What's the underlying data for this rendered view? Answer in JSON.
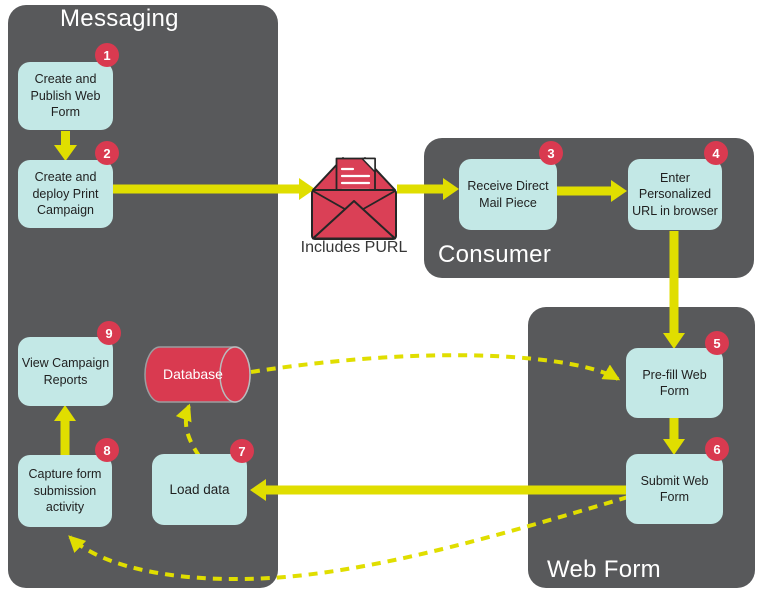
{
  "containers": {
    "messaging": {
      "label": "Messaging"
    },
    "consumer": {
      "label": "Consumer"
    },
    "webform": {
      "label": "Web Form"
    }
  },
  "steps": [
    {
      "num": "1",
      "label": "Create and Publish Web Form"
    },
    {
      "num": "2",
      "label": "Create and deploy Print Campaign"
    },
    {
      "num": "3",
      "label": "Receive Direct Mail Piece"
    },
    {
      "num": "4",
      "label": "Enter Personalized URL in browser"
    },
    {
      "num": "5",
      "label": "Pre-fill Web Form"
    },
    {
      "num": "6",
      "label": "Submit Web Form"
    },
    {
      "num": "7",
      "label": "Load data"
    },
    {
      "num": "8",
      "label": "Capture form submission activity"
    },
    {
      "num": "9",
      "label": "View Campaign Reports"
    }
  ],
  "envelope": {
    "caption": "Includes PURL"
  },
  "database": {
    "label": "Database"
  },
  "colors": {
    "container_gray": "#58595b",
    "step_teal": "#c3e8e6",
    "badge_red": "#d93a50",
    "envelope_red": "#da4056",
    "arrow_yellow": "#e0de00",
    "label_white": "#ffffff",
    "text_dark": "#1f1f1f"
  }
}
